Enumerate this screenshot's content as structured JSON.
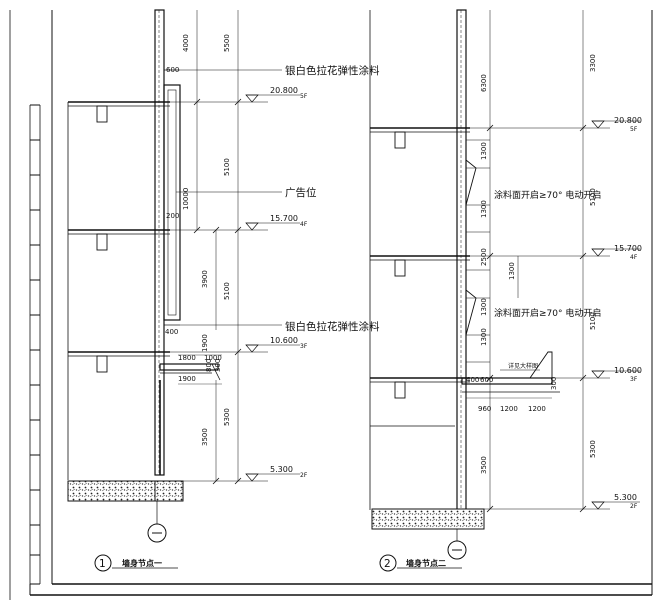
{
  "left": {
    "dims_vertical": [
      "4000",
      "5500",
      "5100",
      "10000",
      "3900",
      "5100",
      "1900",
      "3500",
      "5300"
    ],
    "dims_small": [
      "600",
      "200",
      "400",
      "1800",
      "1000",
      "1900",
      "800",
      "300"
    ],
    "notes": [
      "银白色拉花弹性涂料",
      "广告位",
      "银白色拉花弹性涂料"
    ],
    "levels": [
      {
        "elev": "20.800",
        "floor": "5F"
      },
      {
        "elev": "15.700",
        "floor": "4F"
      },
      {
        "elev": "10.600",
        "floor": "3F"
      },
      {
        "elev": "5.300",
        "floor": "2F"
      }
    ],
    "caption_num": "1",
    "caption_text": "墙身节点一"
  },
  "right": {
    "dims_vertical": [
      "3300",
      "6300",
      "1300",
      "5100",
      "1300",
      "2500",
      "1300",
      "1300",
      "5100",
      "1300",
      "5300",
      "3500"
    ],
    "dims_small": [
      "400",
      "600",
      "960",
      "1200",
      "1200",
      "300"
    ],
    "notes": [
      "涂料面开启≥70° 电动开启",
      "涂料面开启≥70° 电动开启"
    ],
    "tiny_note": "详见大样图",
    "levels": [
      {
        "elev": "20.800",
        "floor": "5F"
      },
      {
        "elev": "15.700",
        "floor": "4F"
      },
      {
        "elev": "10.600",
        "floor": "3F"
      },
      {
        "elev": "5.300",
        "floor": "2F"
      }
    ],
    "caption_num": "2",
    "caption_text": "墙身节点二"
  }
}
